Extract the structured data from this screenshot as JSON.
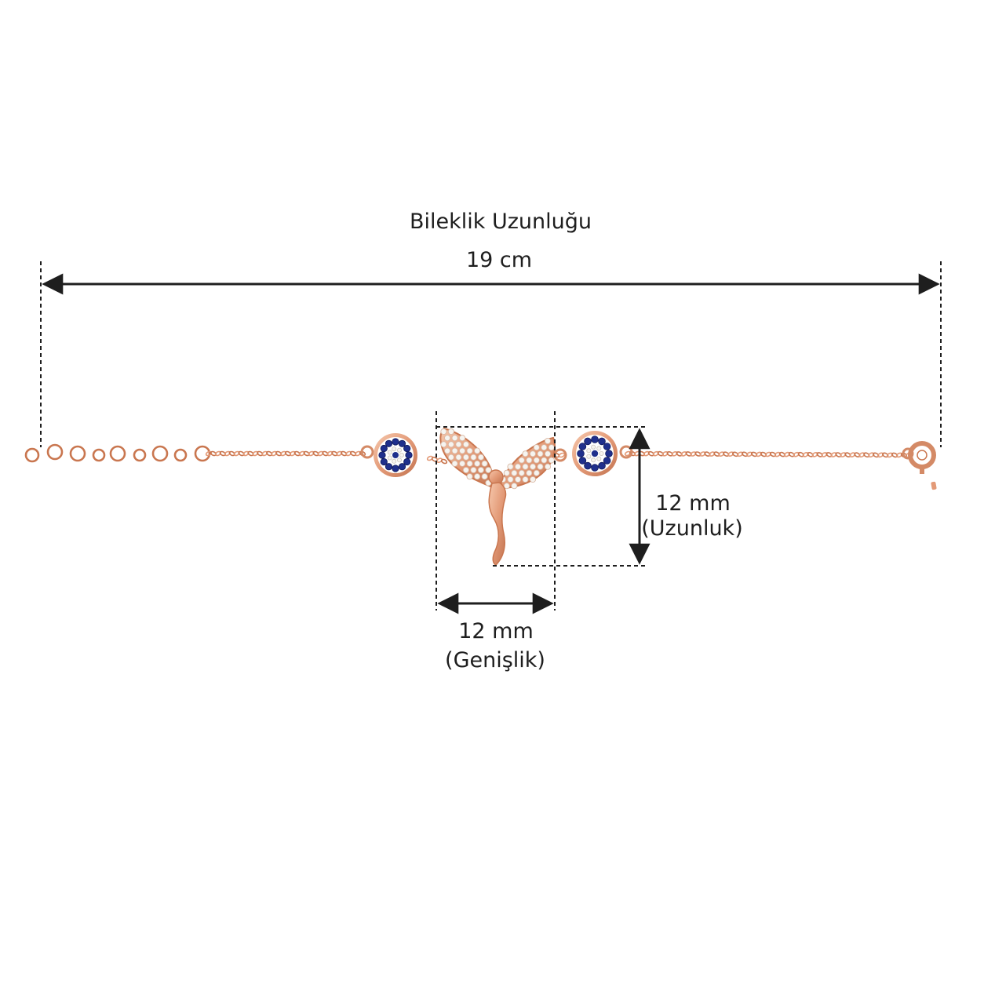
{
  "dimensions": {
    "length": {
      "title": "Bileklik Uzunluğu",
      "value": "19 cm"
    },
    "height": {
      "value": "12 mm",
      "caption": "(Uzunluk)"
    },
    "width": {
      "value": "12 mm",
      "caption": "(Genişlik)"
    }
  },
  "colors": {
    "rose_gold": "#e39a77",
    "rose_gold_dark": "#c9764f",
    "rose_gold_light": "#f4c2a8",
    "sapphire": "#1f2f8c",
    "stone_white": "#f6f4f0",
    "dimension_line": "#1e1e1e"
  },
  "icons": {
    "pendant": "angel-wings-pendant-icon",
    "charm": "evil-eye-charm-icon",
    "clasp": "spring-ring-clasp-icon"
  }
}
